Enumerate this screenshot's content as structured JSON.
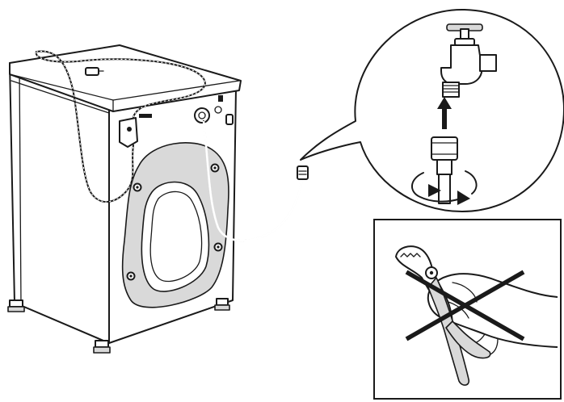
{
  "figure": {
    "elements": [
      "washing-machine-rear-view",
      "inlet-hose",
      "water-tap-detail-callout",
      "no-pliers-warning-box"
    ],
    "icons": {
      "arrow_up": "arrow-up-icon",
      "rotate": "rotate-clockwise-icon",
      "prohibit": "cross-mark-icon"
    },
    "colors": {
      "line": "#1a1a1a",
      "fill": "#ffffff",
      "shade": "#d9d9d9"
    }
  }
}
